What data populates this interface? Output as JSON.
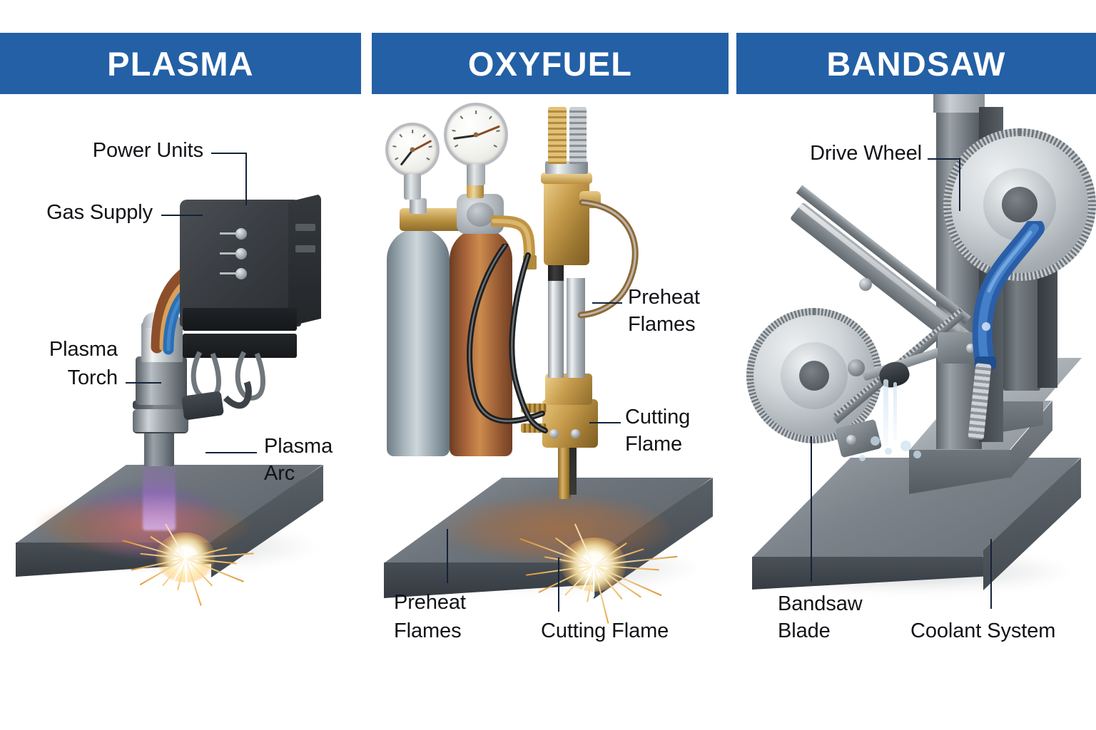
{
  "theme": {
    "banner_bg": "#2360a5",
    "banner_text": "#ffffff",
    "label_text": "#111317",
    "leader_line": "#14223a",
    "page_bg": "#ffffff"
  },
  "panels": [
    {
      "id": "plasma",
      "banner_title": "PLASMA",
      "labels": [
        {
          "name": "power-units",
          "text": "Power Units"
        },
        {
          "name": "gas-supply",
          "text": "Gas Supply"
        },
        {
          "name": "plasma-torch",
          "line1": "Plasma",
          "line2": "Torch"
        },
        {
          "name": "plasma-arc",
          "line1": "Plasma",
          "line2": "Arc"
        }
      ]
    },
    {
      "id": "oxyfuel",
      "banner_title": "OXYFUEL",
      "labels": [
        {
          "name": "preheat-flames-right",
          "line1": "Preheat",
          "line2": "Flames"
        },
        {
          "name": "cutting-flame-right",
          "line1": "Cutting",
          "line2": "Flame"
        },
        {
          "name": "preheat-flames-bottom",
          "line1": "Preheat",
          "line2": "Flames"
        },
        {
          "name": "cutting-flame-bottom",
          "text": "Cutting Flame"
        }
      ]
    },
    {
      "id": "bandsaw",
      "banner_title": "BANDSAW",
      "labels": [
        {
          "name": "drive-wheel",
          "text": "Drive Wheel"
        },
        {
          "name": "bandsaw-blade",
          "line1": "Bandsaw",
          "line2": "Blade"
        },
        {
          "name": "coolant-system",
          "text": "Coolant System"
        }
      ]
    }
  ],
  "artwork": {
    "plasma": {
      "power_unit": "dark charcoal rectangular power supply with three front connector ports",
      "hoses": "brown and blue curved hose bundle",
      "torch": "chrome and gray cylindrical plasma torch with banded collar",
      "arc": "violet plasma column with white-hot core and orange sparks",
      "workpiece": "gray steel plate in isometric view"
    },
    "oxyfuel": {
      "gauge_left": "pressure gauge, white dial, copper needle",
      "gauge_right": "pressure gauge, white dial, copper needle",
      "cylinder_oxygen": "gray-blue gas cylinder",
      "cylinder_fuel": "copper-brown gas cylinder",
      "regulator": "brass regulator manifold with gray valve body",
      "torch": "brass cutting torch with chrome tubes and black hoses",
      "flame": "orange and white spark burst on steel plate",
      "workpiece": "gray steel plate in isometric view"
    },
    "bandsaw": {
      "upper_wheel": "toothed drive wheel, upper right",
      "lower_wheel": "toothed drive wheel, lower left",
      "blade": "toothed bandsaw blade band between wheels",
      "coolant_nozzle": "blue coolant delivery nozzle",
      "coolant_spray": "light blue coolant droplets and stream",
      "column": "gray vertical machine column",
      "workpiece": "stepped gray metal blocks on a base plate"
    }
  }
}
